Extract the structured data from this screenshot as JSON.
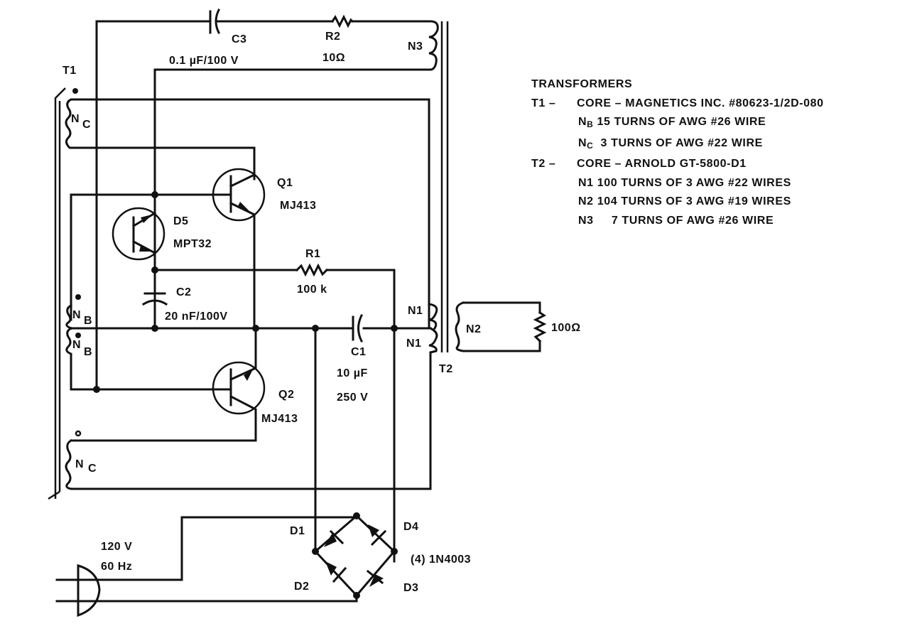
{
  "legend": {
    "title": "TRANSFORMERS",
    "t1": {
      "id": "T1 –",
      "core": "CORE – MAGNETICS INC. #80623-1/2D-080",
      "nb_sym": "N",
      "nb_sub": "B",
      "nb_text": "15 TURNS OF AWG #26 WIRE",
      "nc_sym": "N",
      "nc_sub": "C",
      "nc_text": "3 TURNS OF AWG #22 WIRE"
    },
    "t2": {
      "id": "T2 –",
      "core": "CORE – ARNOLD GT-5800-D1",
      "n1": "N1 100 TURNS OF 3 AWG #22 WIRES",
      "n2": "N2 104 TURNS OF 3 AWG #19 WIRES",
      "n3": "N3     7 TURNS OF AWG #26 WIRE"
    }
  },
  "components": {
    "t1": "T1",
    "t2": "T2",
    "c3_name": "C3",
    "c3_value": "0.1 µF/100 V",
    "r2_name": "R2",
    "r2_value": "10Ω",
    "n3": "N3",
    "q1_name": "Q1",
    "q1_part": "MJ413",
    "d5_name": "D5",
    "d5_part": "MPT32",
    "r1_name": "R1",
    "r1_value": "100 k",
    "c2_name": "C2",
    "c2_value": "20 nF/100V",
    "c1_name": "C1",
    "c1_value": "10 µF",
    "c1_voltage": "250 V",
    "q2_name": "Q2",
    "q2_part": "MJ413",
    "n1_top": "N1",
    "n1_bottom": "N1",
    "n2": "N2",
    "load": "100Ω",
    "winding_n": "N",
    "nc_sub": "C",
    "nb_sub": "B",
    "d1": "D1",
    "d2": "D2",
    "d3": "D3",
    "d4": "D4",
    "bridge_part": "(4)  1N4003",
    "supply_voltage": "120 V",
    "supply_freq": "60 Hz"
  }
}
